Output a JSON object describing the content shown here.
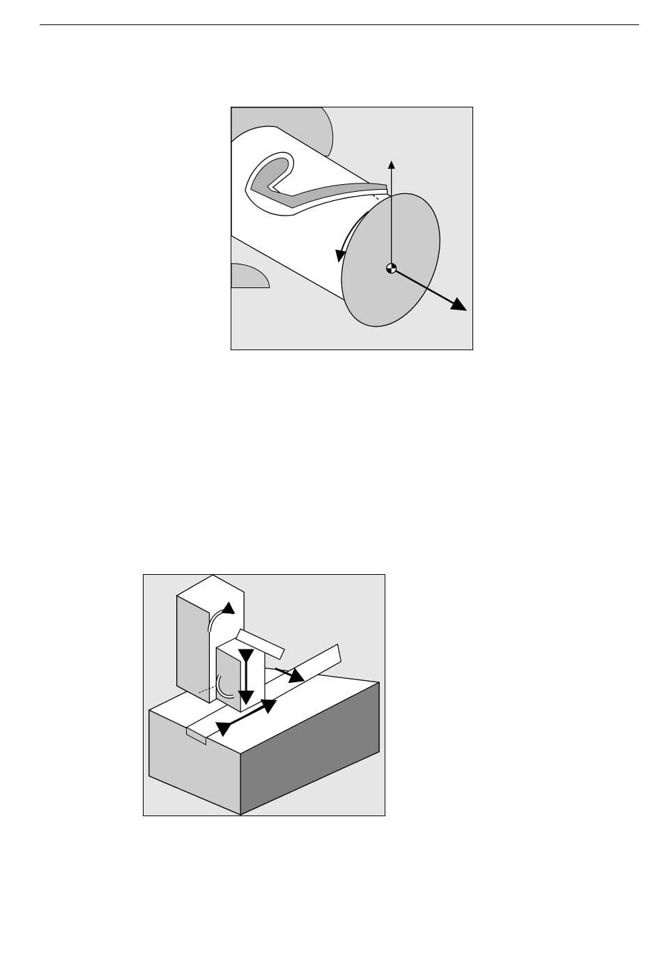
{
  "page": {
    "background": "#ffffff"
  },
  "figures": [
    {
      "id": "cylinder-slot-figure",
      "icon": "cylinder-with-slot-and-axes-illustration",
      "background": "#e6e6e6"
    },
    {
      "id": "machine-axes-figure",
      "icon": "machine-tool-with-motion-arrows-illustration",
      "background": "#e6e6e6"
    }
  ],
  "colors": {
    "light_gray": "#e6e6e6",
    "mid_gray": "#cccccc",
    "dark_gray": "#808080",
    "outline": "#000000",
    "white": "#ffffff"
  }
}
